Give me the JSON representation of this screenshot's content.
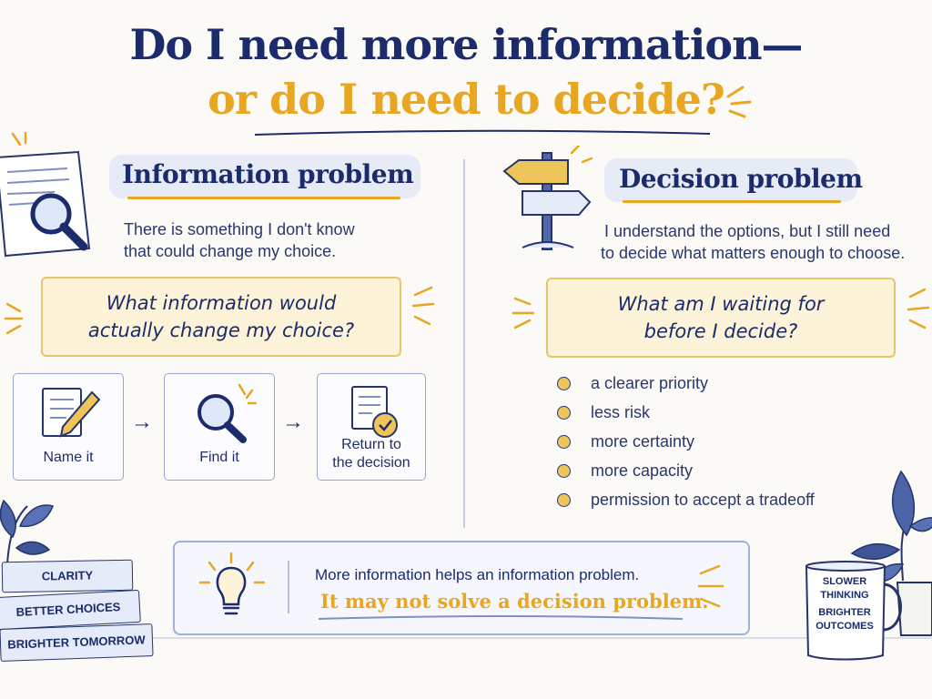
{
  "title": {
    "line1": "Do I need more information—",
    "line2": "or do I need to decide?"
  },
  "information": {
    "heading": "Information problem",
    "description": [
      "There is something I don't know",
      "that could change my choice."
    ],
    "question": [
      "What information would",
      "actually change my choice?"
    ],
    "steps": [
      {
        "label": "Name it",
        "icon": "pencil-note-icon"
      },
      {
        "label": "Find it",
        "icon": "magnifier-icon"
      },
      {
        "label": "Return to the decision",
        "icon": "checked-document-icon"
      }
    ],
    "step_label_3a": "Return to",
    "step_label_3b": "the decision"
  },
  "decision": {
    "heading": "Decision problem",
    "description": [
      "I understand the options, but I still need",
      "to decide what matters enough to choose."
    ],
    "question": [
      "What am I waiting for",
      "before I decide?"
    ],
    "waiting_for": [
      "a clearer priority",
      "less risk",
      "more certainty",
      "more capacity",
      "permission to accept a tradeoff"
    ]
  },
  "bottom": {
    "line1": "More information helps an information problem.",
    "line2": "It may not solve a decision problem."
  },
  "books": [
    "CLARITY",
    "BETTER CHOICES",
    "BRIGHTER TOMORROW"
  ],
  "mug": [
    "SLOWER",
    "THINKING",
    "BRIGHTER",
    "OUTCOMES"
  ],
  "colors": {
    "navy": "#1b2b6b",
    "gold": "#e8a623",
    "cream": "#fdf3d8"
  }
}
